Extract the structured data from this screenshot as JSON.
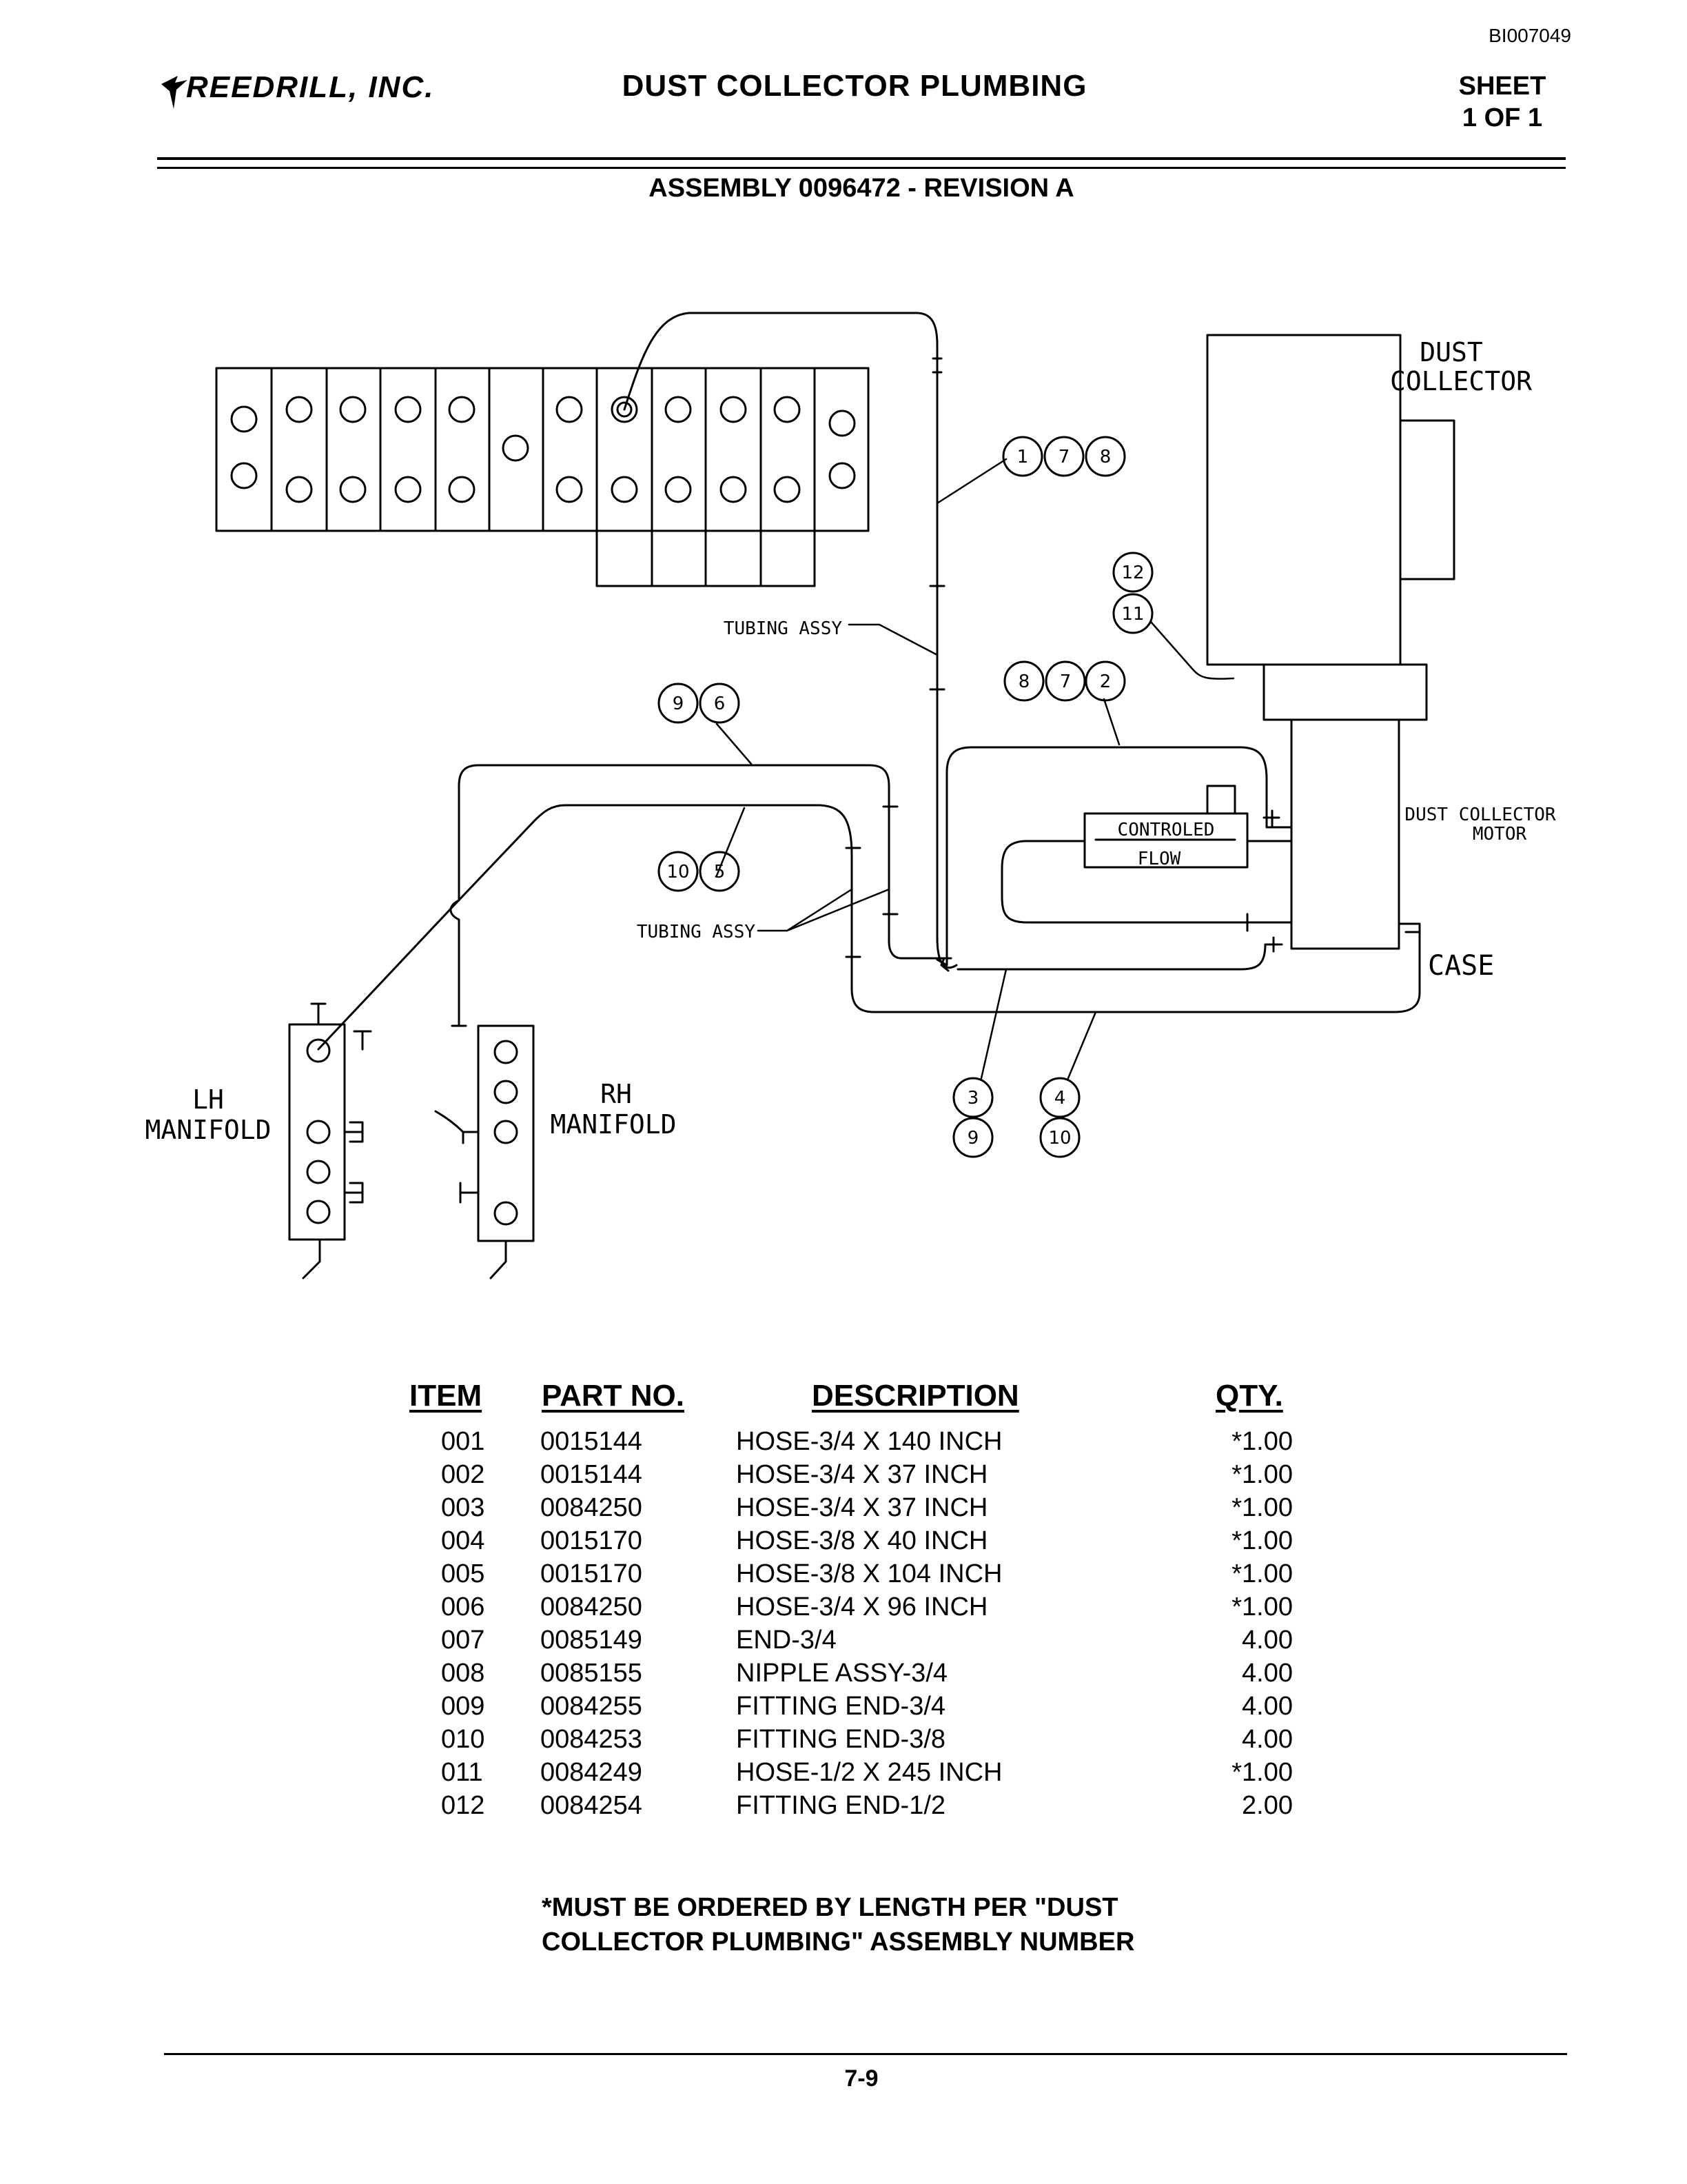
{
  "header": {
    "doc_id": "BI007049",
    "company": "REEDRILL, INC.",
    "title": "DUST COLLECTOR PLUMBING",
    "sheet_line1": "SHEET",
    "sheet_line2": "1 OF 1",
    "assembly": "ASSEMBLY 0096472 - REVISION A"
  },
  "diagram": {
    "labels": {
      "dust_collector_1": "DUST",
      "dust_collector_2": "COLLECTOR",
      "motor_1": "DUST COLLECTOR",
      "motor_2": "MOTOR",
      "case": "CASE",
      "controled_1": "CONTROLED",
      "controled_2": "FLOW",
      "tubing_1": "TUBING ASSY",
      "tubing_2": "TUBING ASSY",
      "lh_1": "LH",
      "lh_2": "MANIFOLD",
      "rh_1": "RH",
      "rh_2": "MANIFOLD"
    },
    "callouts": {
      "a1": "1",
      "a2": "7",
      "a3": "8",
      "b1": "12",
      "b2": "11",
      "c1": "8",
      "c2": "7",
      "c3": "2",
      "d1": "9",
      "d2": "6",
      "e1": "10",
      "e2": "5",
      "f1": "3",
      "f2": "9",
      "g1": "4",
      "g2": "10"
    }
  },
  "parts_table": {
    "headers": {
      "item": "ITEM",
      "part": "PART NO.",
      "desc": "DESCRIPTION",
      "qty": "QTY."
    },
    "rows": [
      {
        "item": "001",
        "part": "0015144",
        "desc": "HOSE-3/4 X 140 INCH",
        "qty": "*1.00"
      },
      {
        "item": "002",
        "part": "0015144",
        "desc": "HOSE-3/4 X 37 INCH",
        "qty": "*1.00"
      },
      {
        "item": "003",
        "part": "0084250",
        "desc": "HOSE-3/4 X 37 INCH",
        "qty": "*1.00"
      },
      {
        "item": "004",
        "part": "0015170",
        "desc": "HOSE-3/8 X 40 INCH",
        "qty": "*1.00"
      },
      {
        "item": "005",
        "part": "0015170",
        "desc": "HOSE-3/8 X 104 INCH",
        "qty": "*1.00"
      },
      {
        "item": "006",
        "part": "0084250",
        "desc": "HOSE-3/4 X 96 INCH",
        "qty": "*1.00"
      },
      {
        "item": "007",
        "part": "0085149",
        "desc": "END-3/4",
        "qty": "4.00"
      },
      {
        "item": "008",
        "part": "0085155",
        "desc": "NIPPLE ASSY-3/4",
        "qty": "4.00"
      },
      {
        "item": "009",
        "part": "0084255",
        "desc": "FITTING END-3/4",
        "qty": "4.00"
      },
      {
        "item": "010",
        "part": "0084253",
        "desc": "FITTING END-3/8",
        "qty": "4.00"
      },
      {
        "item": "011",
        "part": "0084249",
        "desc": "HOSE-1/2 X 245 INCH",
        "qty": "*1.00"
      },
      {
        "item": "012",
        "part": "0084254",
        "desc": "FITTING END-1/2",
        "qty": "2.00"
      }
    ]
  },
  "note": {
    "line1": "*MUST BE ORDERED BY LENGTH PER \"DUST",
    "line2": "COLLECTOR PLUMBING\" ASSEMBLY NUMBER"
  },
  "footer": {
    "page": "7-9"
  }
}
